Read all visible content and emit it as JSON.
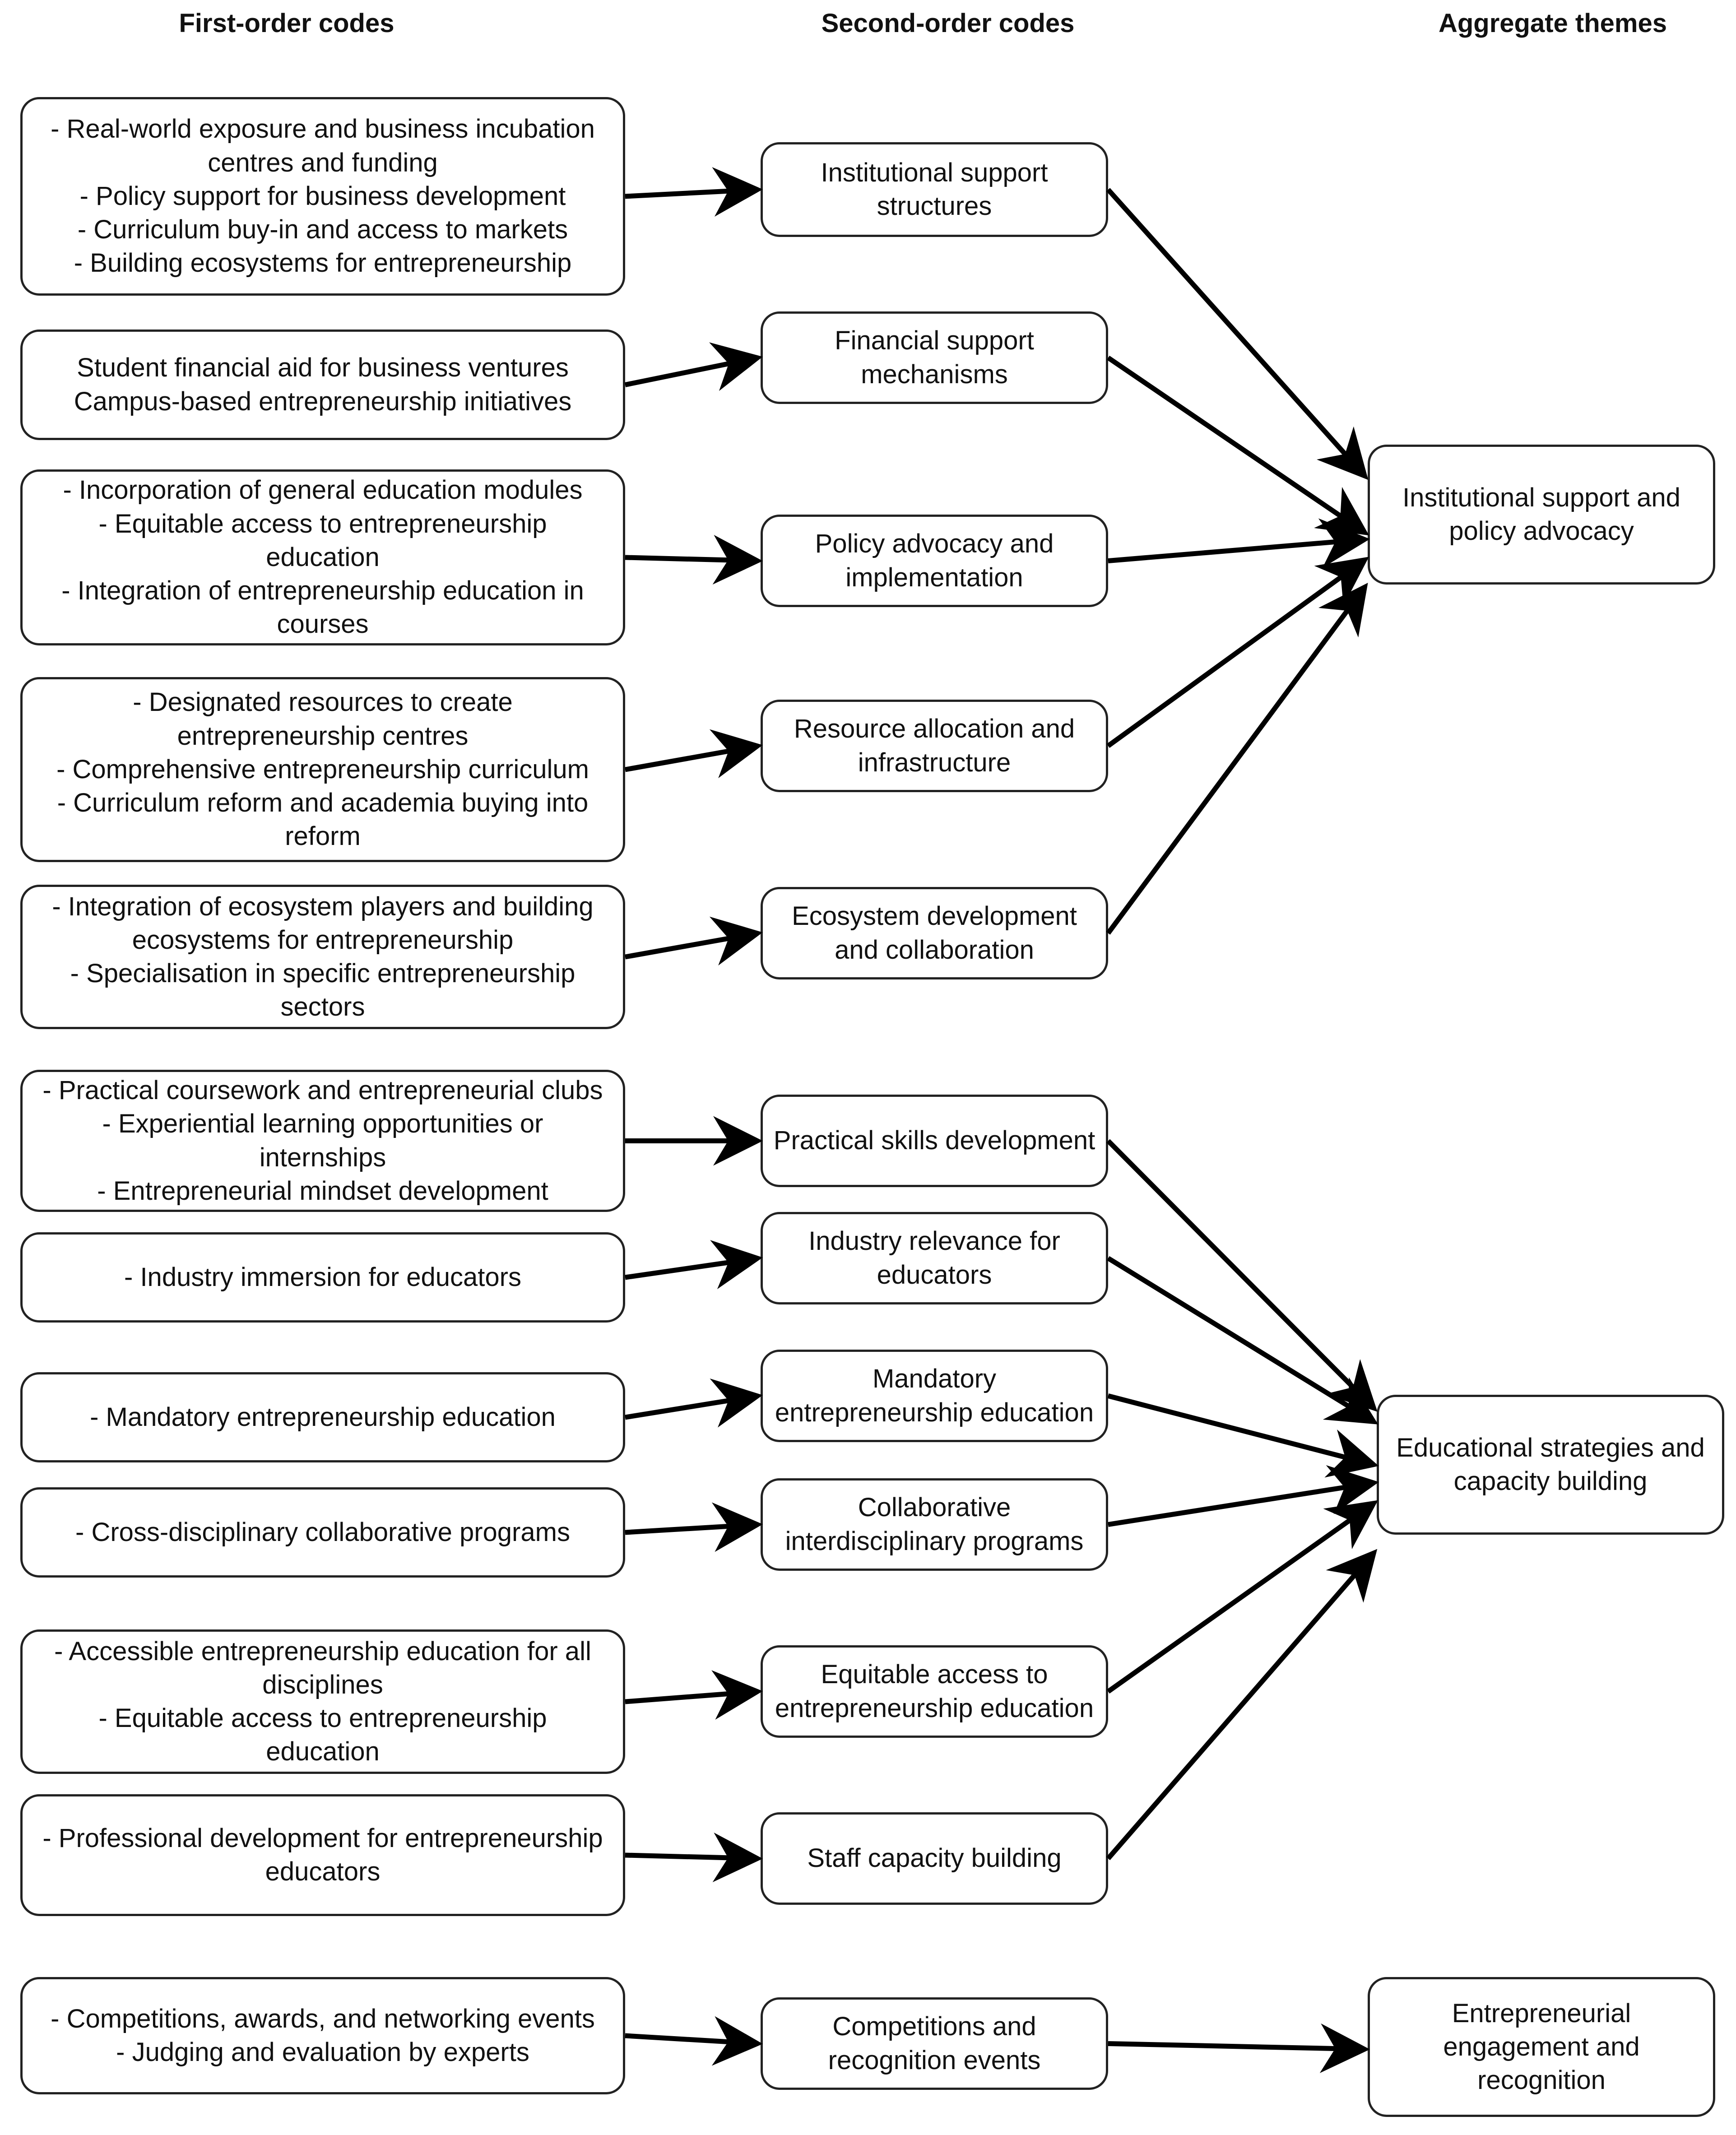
{
  "headers": {
    "first": "First-order codes",
    "second": "Second-order codes",
    "aggregate": "Aggregate themes"
  },
  "first_order": [
    [
      "- Real-world exposure and business incubation",
      "centres and funding",
      "- Policy support for business development",
      "- Curriculum buy-in and access to markets",
      "- Building ecosystems for entrepreneurship"
    ],
    [
      "Student financial aid for business ventures",
      "Campus-based entrepreneurship initiatives"
    ],
    [
      "- Incorporation of general education modules",
      "- Equitable access to entrepreneurship",
      "education",
      "- Integration of entrepreneurship education in",
      "courses"
    ],
    [
      "- Designated resources to create",
      "entrepreneurship centres",
      "- Comprehensive entrepreneurship curriculum",
      "- Curriculum reform and academia buying into",
      "reform"
    ],
    [
      "- Integration of ecosystem players and building",
      "ecosystems for entrepreneurship",
      "- Specialisation in specific entrepreneurship",
      "sectors"
    ],
    [
      "- Practical coursework and entrepreneurial clubs",
      "- Experiential learning opportunities or",
      "internships",
      "- Entrepreneurial mindset development"
    ],
    [
      "- Industry immersion for educators"
    ],
    [
      "- Mandatory entrepreneurship education"
    ],
    [
      "- Cross-disciplinary collaborative programs"
    ],
    [
      "- Accessible entrepreneurship education for all",
      "disciplines",
      "- Equitable access to entrepreneurship",
      "education"
    ],
    [
      "- Professional development for entrepreneurship",
      "educators"
    ],
    [
      "- Competitions, awards, and networking events",
      "- Judging and evaluation by experts"
    ]
  ],
  "second_order": [
    [
      "Institutional support",
      "structures"
    ],
    [
      "Financial support",
      "mechanisms"
    ],
    [
      "Policy advocacy and",
      "implementation"
    ],
    [
      "Resource allocation and",
      "infrastructure"
    ],
    [
      "Ecosystem development",
      "and collaboration"
    ],
    [
      "Practical skills development"
    ],
    [
      "Industry relevance for",
      "educators"
    ],
    [
      "Mandatory",
      "entrepreneurship education"
    ],
    [
      "Collaborative",
      "interdisciplinary programs"
    ],
    [
      "Equitable access to",
      "entrepreneurship education"
    ],
    [
      "Staff capacity building"
    ],
    [
      "Competitions and",
      "recognition events"
    ]
  ],
  "aggregate": [
    [
      "Institutional support and",
      "policy advocacy"
    ],
    [
      "Educational strategies and",
      "capacity building"
    ],
    [
      "Entrepreneurial",
      "engagement and",
      "recognition"
    ]
  ]
}
